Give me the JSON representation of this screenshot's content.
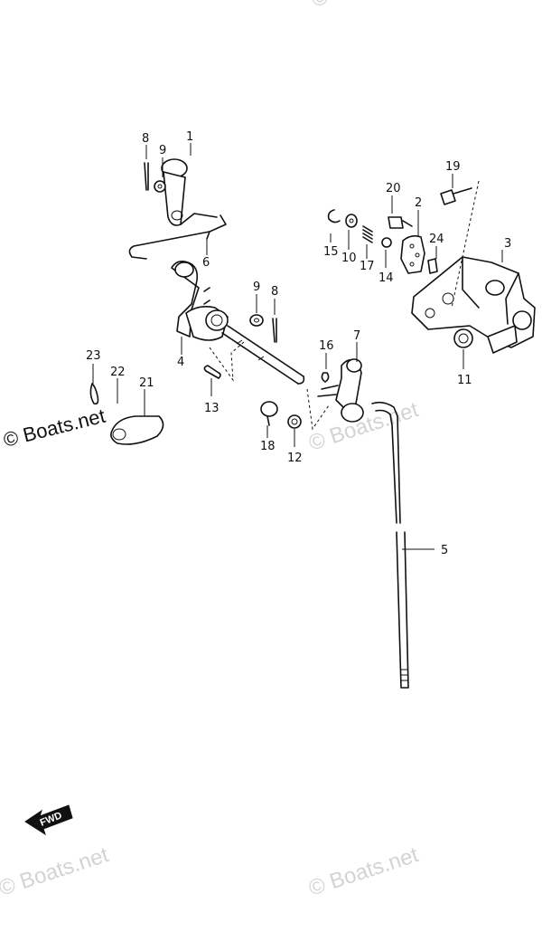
{
  "callouts": {
    "c1": "1",
    "c2": "2",
    "c3": "3",
    "c4": "4",
    "c5": "5",
    "c6": "6",
    "c7": "7",
    "c8a": "8",
    "c8b": "8",
    "c9a": "9",
    "c9b": "9",
    "c10": "10",
    "c11": "11",
    "c12": "12",
    "c13": "13",
    "c14": "14",
    "c15": "15",
    "c16": "16",
    "c17": "17",
    "c18": "18",
    "c19": "19",
    "c20": "20",
    "c21": "21",
    "c22": "22",
    "c23": "23",
    "c24": "24"
  },
  "direction_label": "FWD",
  "watermark": {
    "dark": "© Boats.net",
    "light": "© Boats.net"
  }
}
